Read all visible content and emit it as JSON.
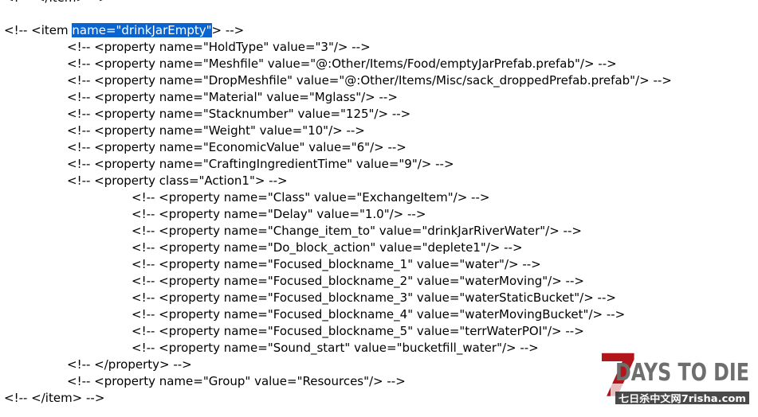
{
  "clipped_line": "<!--  </item> -->",
  "item_open": {
    "prefix": "<!-- <item ",
    "selected": "name=\"drinkJarEmpty\"",
    "suffix": "> -->"
  },
  "properties": [
    "<!-- <property name=\"HoldType\" value=\"3\"/> -->",
    "<!-- <property name=\"Meshfile\" value=\"@:Other/Items/Food/emptyJarPrefab.prefab\"/> -->",
    "<!-- <property name=\"DropMeshfile\" value=\"@:Other/Items/Misc/sack_droppedPrefab.prefab\"/> -->",
    "<!-- <property name=\"Material\" value=\"Mglass\"/> -->",
    "<!-- <property name=\"Stacknumber\" value=\"125\"/> -->",
    "<!-- <property name=\"Weight\" value=\"10\"/> -->",
    "<!-- <property name=\"EconomicValue\" value=\"6\"/> -->",
    "<!-- <property name=\"CraftingIngredientTime\" value=\"9\"/> -->"
  ],
  "action_open": "<!-- <property class=\"Action1\"> -->",
  "action_props": [
    "<!-- <property name=\"Class\" value=\"ExchangeItem\"/> -->",
    "<!-- <property name=\"Delay\" value=\"1.0\"/> -->",
    "<!-- <property name=\"Change_item_to\" value=\"drinkJarRiverWater\"/> -->",
    "<!-- <property name=\"Do_block_action\" value=\"deplete1\"/> -->",
    "<!-- <property name=\"Focused_blockname_1\" value=\"water\"/> -->",
    "<!-- <property name=\"Focused_blockname_2\" value=\"waterMoving\"/> -->",
    "<!-- <property name=\"Focused_blockname_3\" value=\"waterStaticBucket\"/> -->",
    "<!-- <property name=\"Focused_blockname_4\" value=\"waterMovingBucket\"/> -->",
    "<!-- <property name=\"Focused_blockname_5\" value=\"terrWaterPOI\"/> -->",
    "<!-- <property name=\"Sound_start\" value=\"bucketfill_water\"/> -->"
  ],
  "action_close": "<!-- </property> -->",
  "group_prop": "<!-- <property name=\"Group\" value=\"Resources\"/> -->",
  "item_close": "<!-- </item> -->",
  "watermark": {
    "logo_digit": "7",
    "logo_text": "DAYS TO DIE",
    "site_text": "七日杀中文网7risha.com",
    "colors": {
      "logo_red": "#b3161a",
      "logo_text": "#6e6e6e",
      "site_text": "#ffffff"
    }
  },
  "colors": {
    "background": "#ffffff",
    "text": "#000000",
    "selection": "#0a64d0",
    "selection_text": "#ffffff"
  }
}
